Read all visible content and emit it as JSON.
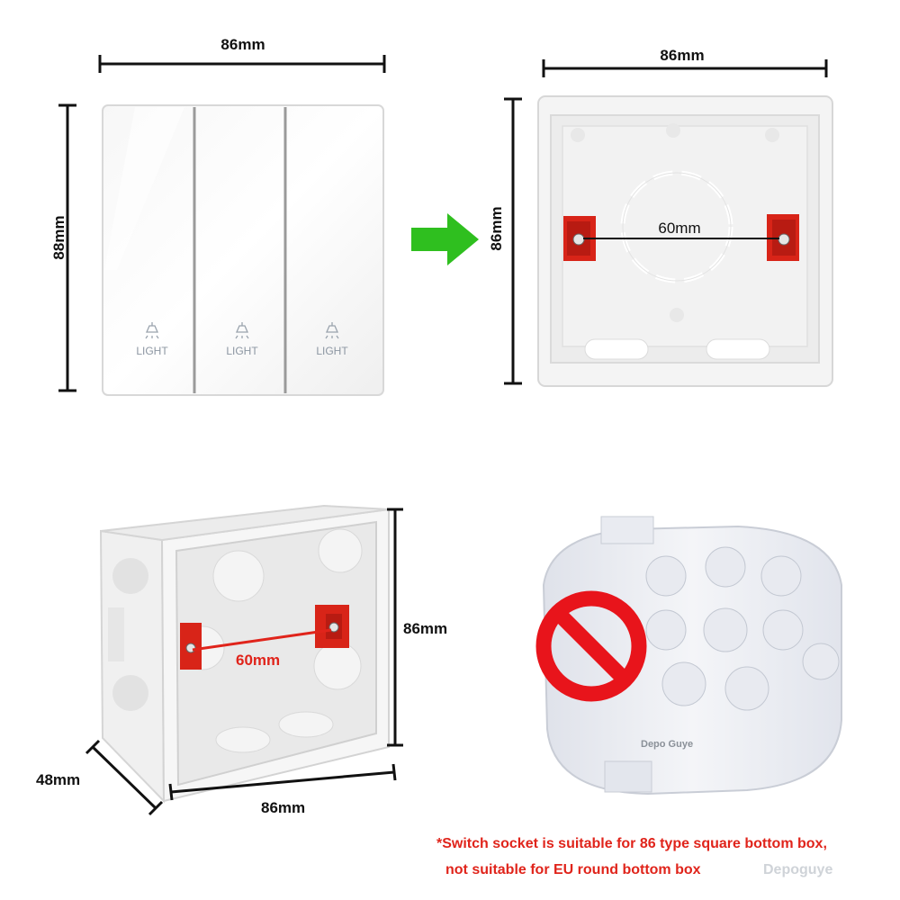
{
  "panel": {
    "width_label": "86mm",
    "height_label": "88mm",
    "buttons": [
      {
        "label": "LIGHT",
        "icon": "lamp-icon"
      },
      {
        "label": "LIGHT",
        "icon": "lamp-icon"
      },
      {
        "label": "LIGHT",
        "icon": "lamp-icon"
      }
    ]
  },
  "front_box": {
    "width_label": "86mm",
    "height_label": "86mm",
    "hole_spacing_label": "60mm"
  },
  "angled_box": {
    "height_label": "86mm",
    "depth_label": "48mm",
    "width_label": "86mm",
    "hole_spacing_label": "60mm"
  },
  "round_box": {
    "brand_label": "Depo Guye",
    "prohibited_icon": "no-sign-icon"
  },
  "note": {
    "line1": "*Switch socket is suitable for 86 type square bottom box,",
    "line2": "not suitable for EU round bottom box"
  },
  "watermark": "Depoguye",
  "colors": {
    "arrow": "#2fbf1f",
    "note": "#e0241b",
    "prohibit": "#e8141b",
    "screw_block": "#d82418"
  }
}
